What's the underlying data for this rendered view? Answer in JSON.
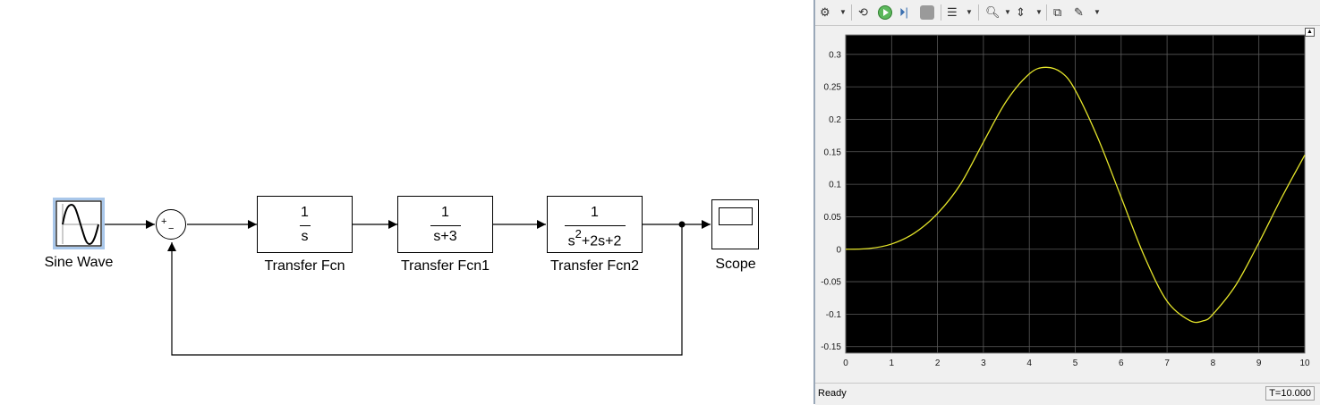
{
  "diagram": {
    "blocks": {
      "sine_wave": {
        "label": "Sine Wave"
      },
      "sum": {
        "plus": "+",
        "minus": "−"
      },
      "tf": {
        "label": "Transfer Fcn",
        "num": "1",
        "den": "s"
      },
      "tf1": {
        "label": "Transfer Fcn1",
        "num": "1",
        "den": "s+3"
      },
      "tf2": {
        "label": "Transfer Fcn2",
        "num": "1",
        "den_s": "s",
        "den_exp": "2",
        "den_rest": "+2s+2"
      },
      "scope": {
        "label": "Scope"
      }
    }
  },
  "scope_window": {
    "toolbar": {
      "icons": [
        "gear-icon",
        "restore-icon",
        "run-icon",
        "step-forward-icon",
        "stop-icon",
        "highlight-icon",
        "zoom-in-icon",
        "scale-axes-icon",
        "layout-icon",
        "style-icon"
      ]
    },
    "status": {
      "text": "Ready",
      "time": "T=10.000"
    },
    "colors": {
      "background": "#000000",
      "trace": "#e5e52a",
      "grid": "#5a5a5a",
      "axis_text": "#1a1a1a"
    }
  },
  "chart_data": {
    "type": "line",
    "title": "",
    "xlabel": "",
    "ylabel": "",
    "xlim": [
      0,
      10
    ],
    "ylim": [
      -0.16,
      0.33
    ],
    "xticks": [
      0,
      1,
      2,
      3,
      4,
      5,
      6,
      7,
      8,
      9,
      10
    ],
    "yticks": [
      -0.15,
      -0.1,
      -0.05,
      0,
      0.05,
      0.1,
      0.15,
      0.2,
      0.25,
      0.3
    ],
    "ytick_labels": [
      "-0.15",
      "-0.1",
      "-0.05",
      "0",
      "0.05",
      "0.1",
      "0.15",
      "0.2",
      "0.25",
      "0.3"
    ],
    "xtick_labels": [
      "0",
      "1",
      "2",
      "3",
      "4",
      "5",
      "6",
      "7",
      "8",
      "9",
      "10"
    ],
    "grid": true,
    "series": [
      {
        "x": [
          0,
          0.5,
          1,
          1.5,
          2,
          2.5,
          3,
          3.5,
          4,
          4.35,
          4.7,
          5,
          5.5,
          6,
          6.5,
          7,
          7.5,
          7.8,
          8,
          8.5,
          9,
          9.5,
          10
        ],
        "values": [
          0,
          0.001,
          0.008,
          0.025,
          0.055,
          0.1,
          0.165,
          0.228,
          0.27,
          0.28,
          0.272,
          0.245,
          0.17,
          0.08,
          -0.01,
          -0.08,
          -0.11,
          -0.11,
          -0.1,
          -0.055,
          0.01,
          0.08,
          0.145
        ]
      }
    ]
  }
}
